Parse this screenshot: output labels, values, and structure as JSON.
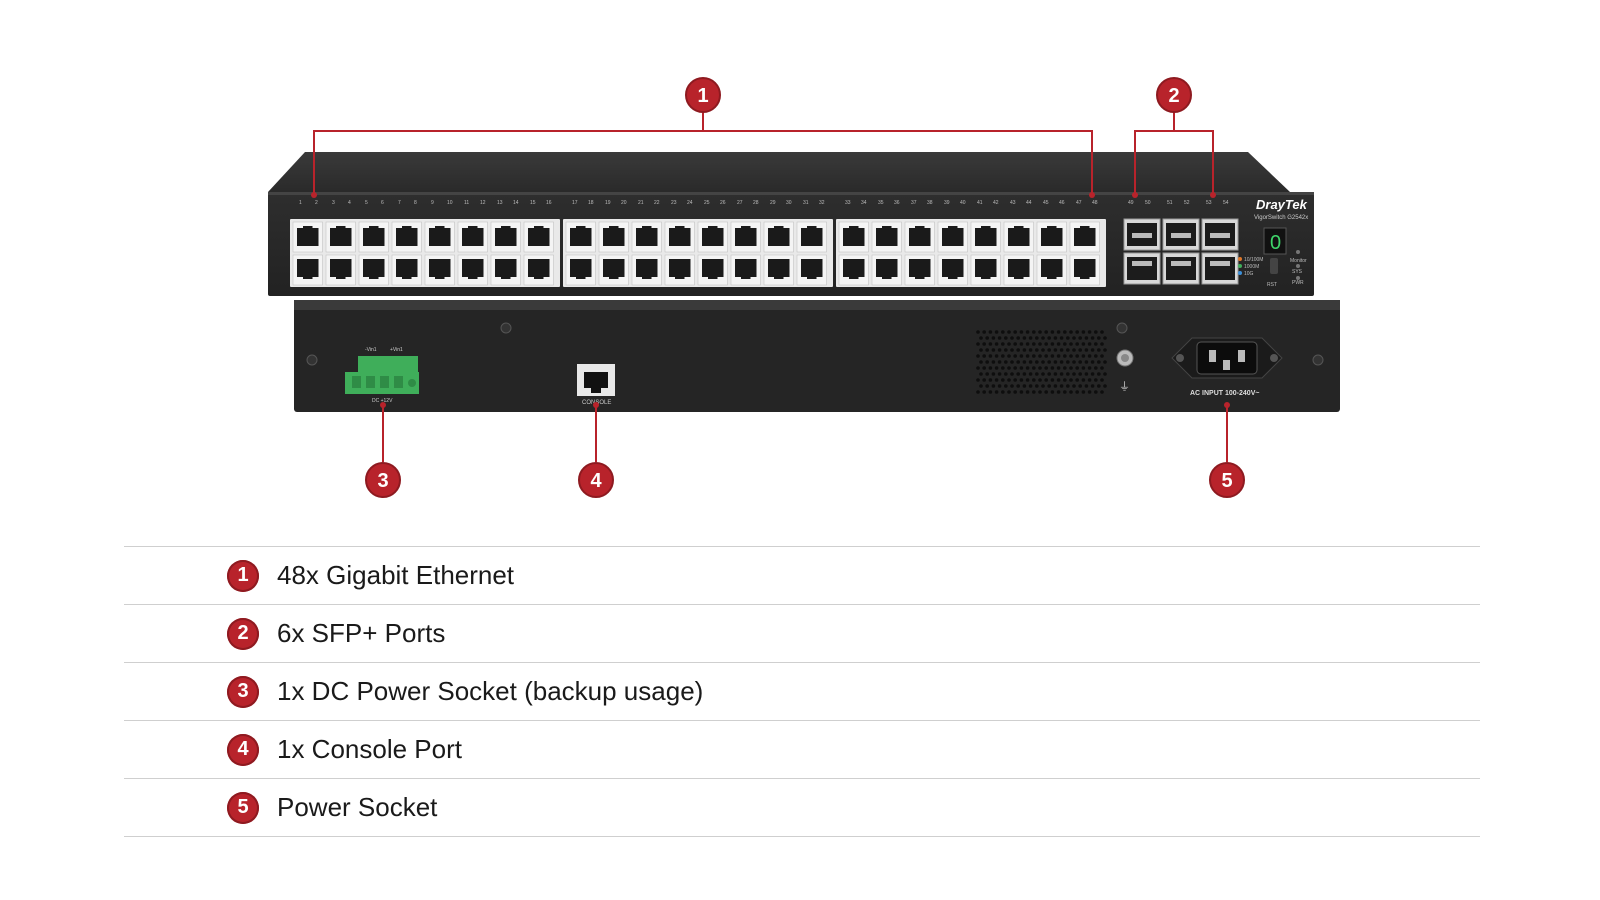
{
  "device": {
    "brand": "DrayTek",
    "model": "VigorSwitch G2542x",
    "front_port_numbers_top": [
      "1",
      "2",
      "3",
      "4",
      "5",
      "6",
      "7",
      "8",
      "9",
      "10",
      "11",
      "12",
      "13",
      "14",
      "15",
      "16",
      "17",
      "18",
      "19",
      "20",
      "21",
      "22",
      "23",
      "24",
      "25",
      "26",
      "27",
      "28",
      "29",
      "30",
      "31",
      "32",
      "33",
      "34",
      "35",
      "36",
      "37",
      "38",
      "39",
      "40",
      "41",
      "42",
      "43",
      "44",
      "45",
      "46",
      "47",
      "48"
    ],
    "sfp_port_numbers": [
      "49",
      "50",
      "51",
      "52",
      "53",
      "54"
    ],
    "led_legend": [
      "10/100M",
      "1000M",
      "10G"
    ],
    "status_labels": [
      "Monitor",
      "SYS",
      "PWR"
    ],
    "rst_label": "RST",
    "dc_labels": [
      "-Vin1",
      "+Vin1"
    ],
    "dc_voltage": "DC +12V",
    "console_label": "CONSOLE",
    "ac_label": "AC INPUT 100-240V~",
    "colors": {
      "accent": "#b8232b",
      "chassis": "#2b2b2b",
      "terminal": "#3fae5a"
    }
  },
  "callouts": [
    "1",
    "2",
    "3",
    "4",
    "5"
  ],
  "legend": [
    {
      "num": "1",
      "label": "48x Gigabit Ethernet"
    },
    {
      "num": "2",
      "label": "6x SFP+ Ports"
    },
    {
      "num": "3",
      "label": "1x DC Power Socket (backup usage)"
    },
    {
      "num": "4",
      "label": "1x Console Port"
    },
    {
      "num": "5",
      "label": "Power Socket"
    }
  ]
}
